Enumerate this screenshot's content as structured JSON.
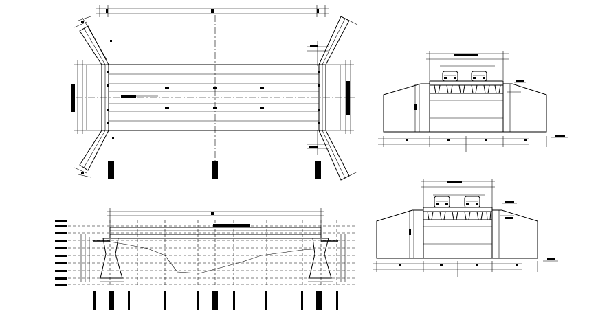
{
  "drawing": {
    "views": [
      {
        "id": "plan-view"
      },
      {
        "id": "elevation-view"
      },
      {
        "id": "section-a"
      },
      {
        "id": "section-b"
      }
    ]
  }
}
